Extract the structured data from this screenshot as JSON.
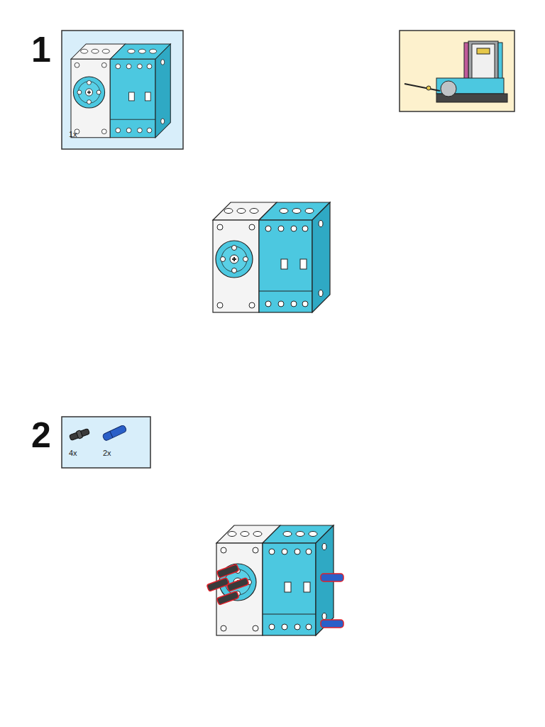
{
  "diagram": {
    "nodes": [
      {
        "text": [
          "1x"
        ]
      },
      {
        "text": [
          "4x",
          "2x"
        ]
      }
    ],
    "labels": [
      "1",
      "2"
    ]
  }
}
